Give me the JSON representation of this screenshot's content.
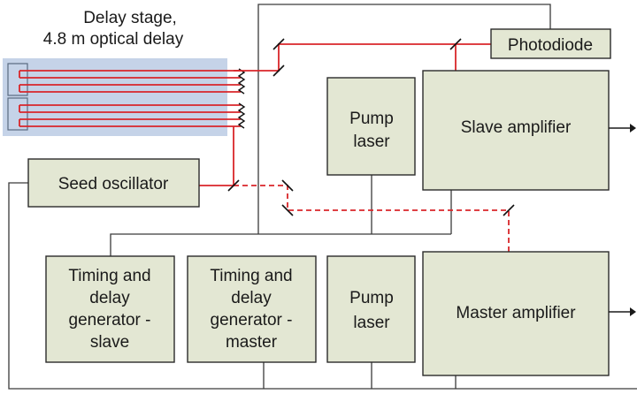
{
  "delay_stage": {
    "line1": "Delay stage,",
    "line2": "4.8 m optical delay"
  },
  "boxes": {
    "photodiode": "Photodiode",
    "pump_top": [
      "Pump",
      "laser"
    ],
    "slave_amp": "Slave amplifier",
    "seed": "Seed oscillator",
    "timing_slave": [
      "Timing and",
      "delay",
      "generator -",
      "slave"
    ],
    "timing_master": [
      "Timing and",
      "delay",
      "generator -",
      "master"
    ],
    "pump_bottom": [
      "Pump",
      "laser"
    ],
    "master_amp": "Master amplifier"
  },
  "colors": {
    "box_fill": "#e3e7d3",
    "delay_stage_fill": "#c5d3e8",
    "beam": "#d9262a"
  }
}
